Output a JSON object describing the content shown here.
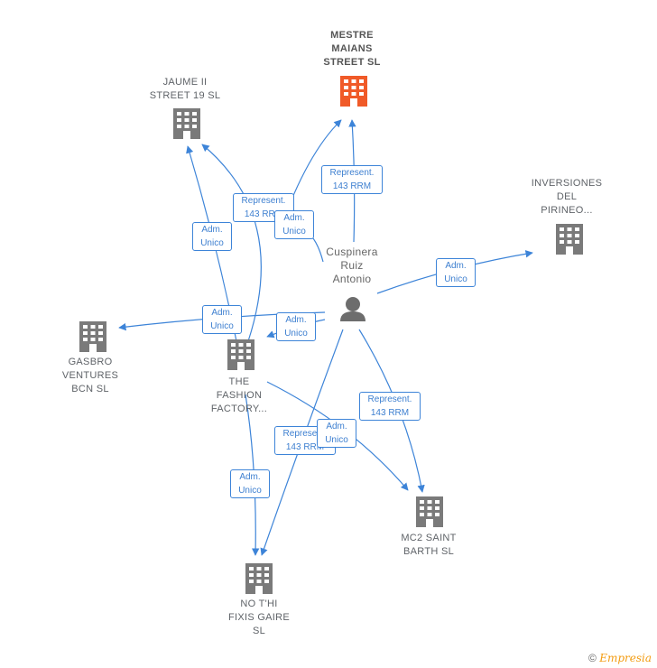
{
  "colors": {
    "building": "#7a7a7a",
    "building_focus": "#f05a28",
    "edge": "#3d84d8",
    "label_text": "#5f6368"
  },
  "nodes": {
    "mestre_maians": {
      "label": "MESTRE\nMAIANS\nSTREET  SL",
      "icon": "building-icon-highlighted"
    },
    "jaume_ii": {
      "label": "JAUME II\nSTREET 19  SL",
      "icon": "building-icon"
    },
    "inversiones_pirineo": {
      "label": "INVERSIONES\nDEL\nPIRINEO...",
      "icon": "building-icon"
    },
    "gasbro": {
      "label": "GASBRO\nVENTURES\nBCN  SL",
      "icon": "building-icon"
    },
    "fashion_factory": {
      "label": "THE\nFASHION\nFACTORY...",
      "icon": "building-icon"
    },
    "mc2_saint_barth": {
      "label": "MC2 SAINT\nBARTH  SL",
      "icon": "building-icon"
    },
    "no_thi_fixis": {
      "label": "NO T'HI\nFIXIS GAIRE\nSL",
      "icon": "building-icon"
    },
    "person": {
      "label": "Cuspinera\nRuiz\nAntonio",
      "icon": "person-icon"
    }
  },
  "edge_labels": {
    "rep_mestre": "Represent.\n143 RRM",
    "rep_jaume": "Represent.\n143 RRM",
    "adm_mestre": "Adm.\nUnico",
    "adm_jaume": "Adm.\nUnico",
    "adm_inversiones": "Adm.\nUnico",
    "adm_gasbro": "Adm.\nUnico",
    "adm_fashion": "Adm.\nUnico",
    "rep_mc2": "Represent.\n143 RRM",
    "adm_mc2": "Adm.\nUnico",
    "rep_nothi": "Represent.\n143 RRM",
    "adm_nothi": "Adm.\nUnico"
  },
  "footer": {
    "copyright": "©",
    "brand": "Empresia"
  }
}
